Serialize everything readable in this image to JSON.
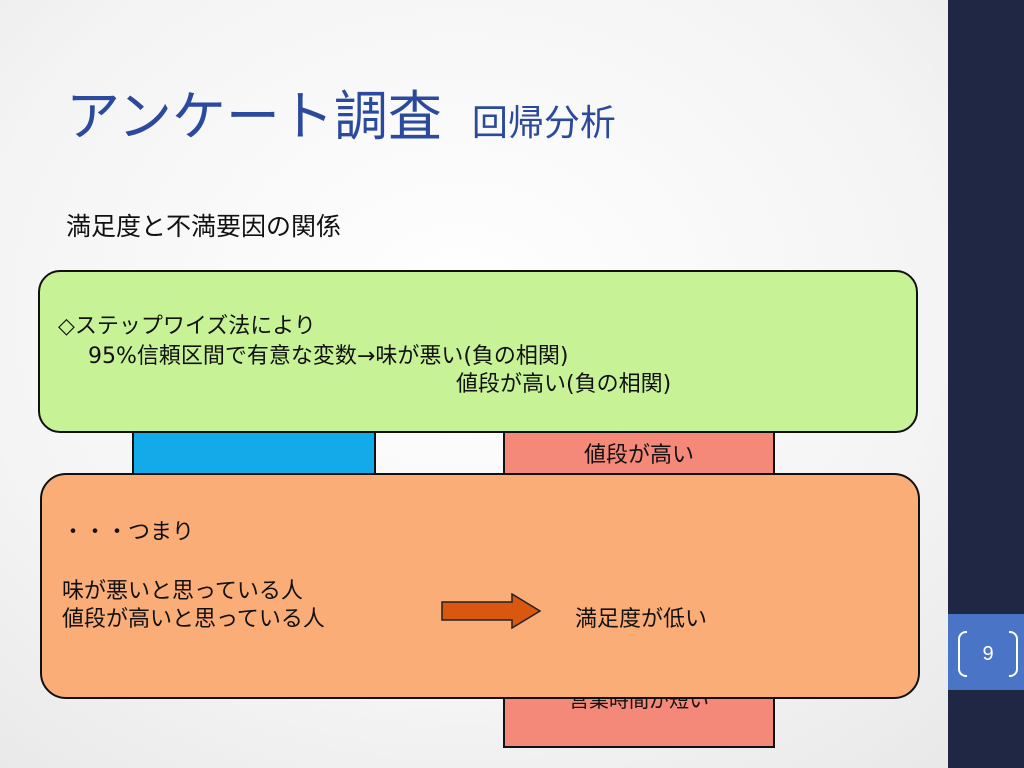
{
  "slide": {
    "title": "アンケート調査",
    "subtitle_title": "回帰分析",
    "section_heading": "満足度と不満要因の関係",
    "page_number": "9"
  },
  "background_blocks": {
    "salmon_label": "値段が高い",
    "salmon_bottom_text": "営業時間が短い"
  },
  "result_box": {
    "line1": "◇ステップワイズ法により",
    "line2": "95%信頼区間で有意な変数→味が悪い(負の相関)",
    "line3": "値段が高い(負の相関)"
  },
  "conclusion_box": {
    "intro": "・・・つまり",
    "condition1": "味が悪いと思っている人",
    "condition2": "値段が高いと思っている人",
    "result": "満足度が低い"
  },
  "colors": {
    "title": "#2b4a9e",
    "sidebar": "#1f2744",
    "page_tab": "#4a74c6",
    "green_box": "#c8f296",
    "orange_box": "#fbad78",
    "blue_block": "#12aae8",
    "salmon_block": "#f4897a",
    "arrow": "#d9570e"
  },
  "icons": {
    "arrow": "right-arrow-icon"
  }
}
